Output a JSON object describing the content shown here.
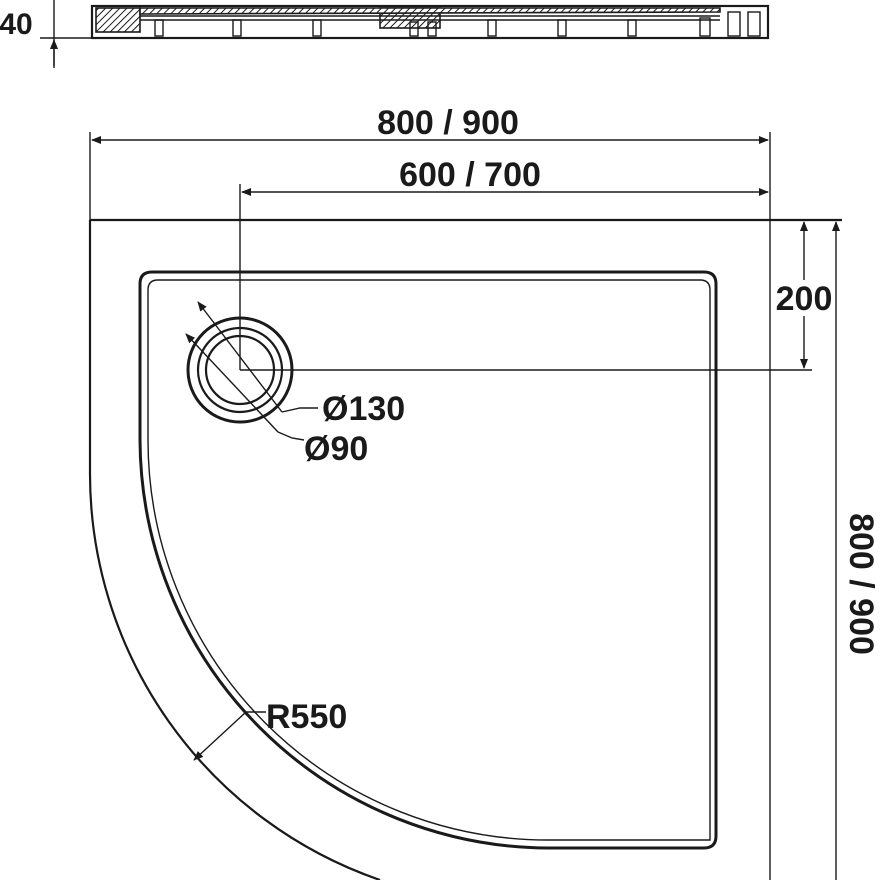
{
  "dimensions": {
    "height_label": "40",
    "overall_width": "800 / 900",
    "waste_offset_x": "600 / 700",
    "waste_offset_y": "200",
    "overall_depth": "800 / 900",
    "outer_diameter": "Ø130",
    "inner_diameter": "Ø90",
    "radius": "R550"
  }
}
